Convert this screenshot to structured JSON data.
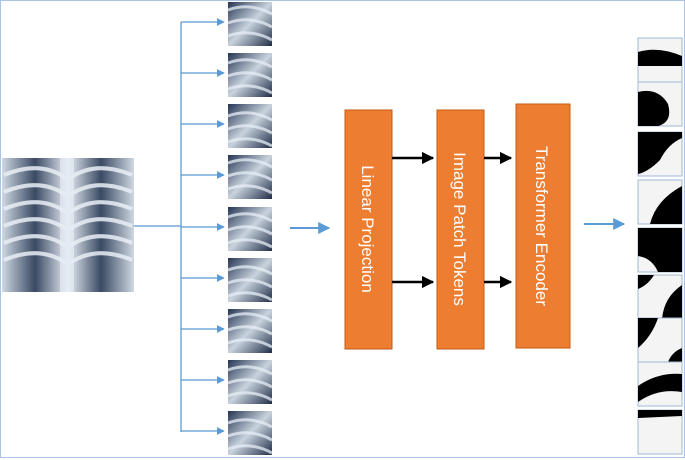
{
  "blocks": {
    "linear_projection": "Linear Projection",
    "image_patch_tokens": "Image Patch Tokens",
    "transformer_encoder": "Transformer Encoder"
  },
  "colors": {
    "block_fill": "#ED7D31",
    "block_stroke": "#C55A11",
    "connector_blue": "#5B9BD5",
    "arrow_black": "#000000",
    "frame": "#A9C4E6"
  },
  "input_image": {
    "icon": "chest-xray-image"
  },
  "patch_count": 9,
  "mask_count": 9
}
